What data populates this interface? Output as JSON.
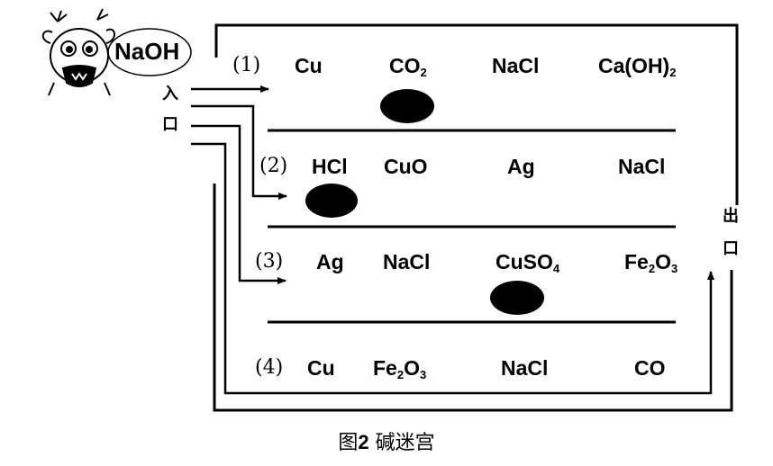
{
  "start_label": "NaOH",
  "entrance": [
    "入",
    "口"
  ],
  "exit": [
    "出",
    "口"
  ],
  "rows": [
    {
      "num": "(1)",
      "items": [
        {
          "base": "Cu",
          "sub": ""
        },
        {
          "base": "CO",
          "sub": "2"
        },
        {
          "base": "NaCl",
          "sub": ""
        },
        {
          "base": "Ca(OH)",
          "sub": "2"
        }
      ]
    },
    {
      "num": "(2)",
      "items": [
        {
          "base": "HCl",
          "sub": ""
        },
        {
          "base": "CuO",
          "sub": ""
        },
        {
          "base": "Ag",
          "sub": ""
        },
        {
          "base": "NaCl",
          "sub": ""
        }
      ]
    },
    {
      "num": "(3)",
      "items": [
        {
          "base": "Ag",
          "sub": ""
        },
        {
          "base": "NaCl",
          "sub": ""
        },
        {
          "base": "CuSO",
          "sub": "4"
        },
        {
          "base": "Fe",
          "sub": "2",
          "base2": "O",
          "sub2": "3"
        }
      ]
    },
    {
      "num": "(4)",
      "items": [
        {
          "base": "Cu",
          "sub": ""
        },
        {
          "base": "Fe",
          "sub": "2",
          "base2": "O",
          "sub2": "3"
        },
        {
          "base": "NaCl",
          "sub": ""
        },
        {
          "base": "CO",
          "sub": ""
        }
      ]
    }
  ],
  "caption": {
    "prefix": "图",
    "num": "2",
    "title": "碱迷宫"
  }
}
